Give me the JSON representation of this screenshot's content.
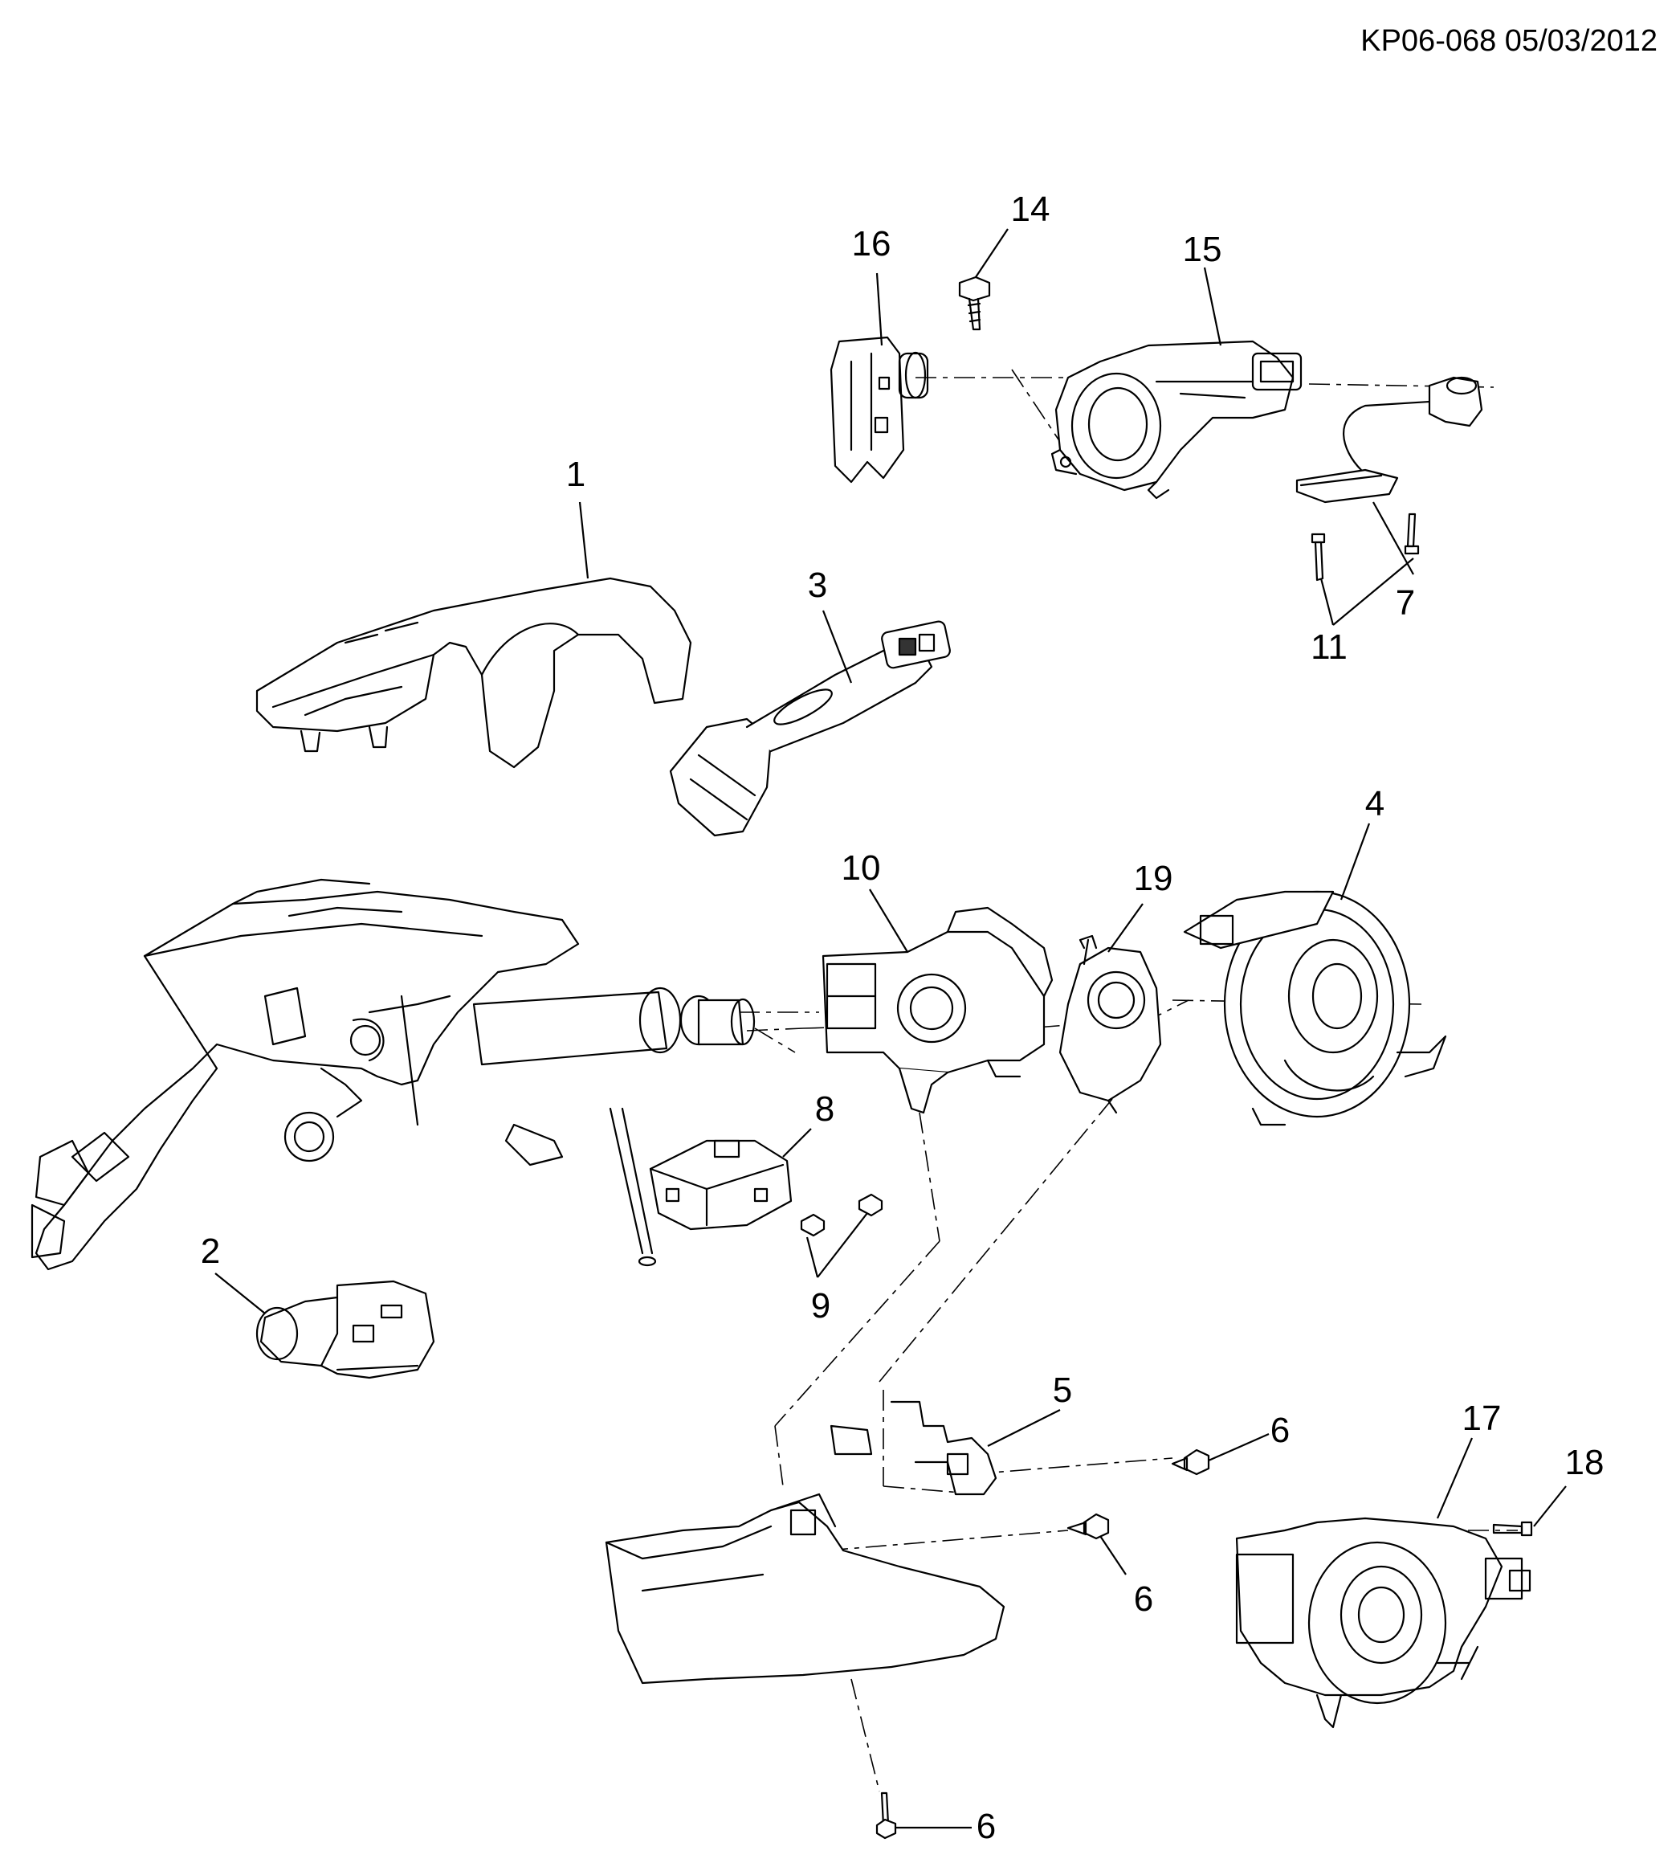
{
  "header": {
    "reference": "KP06-068 05/03/2012"
  },
  "callouts": [
    {
      "id": "c1",
      "text": "1"
    },
    {
      "id": "c2",
      "text": "2"
    },
    {
      "id": "c3",
      "text": "3"
    },
    {
      "id": "c4",
      "text": "4"
    },
    {
      "id": "c5",
      "text": "5"
    },
    {
      "id": "c6a",
      "text": "6"
    },
    {
      "id": "c6b",
      "text": "6"
    },
    {
      "id": "c6c",
      "text": "6"
    },
    {
      "id": "c7",
      "text": "7"
    },
    {
      "id": "c8",
      "text": "8"
    },
    {
      "id": "c9",
      "text": "9"
    },
    {
      "id": "c10",
      "text": "10"
    },
    {
      "id": "c11",
      "text": "11"
    },
    {
      "id": "c14",
      "text": "14"
    },
    {
      "id": "c15",
      "text": "15"
    },
    {
      "id": "c16",
      "text": "16"
    },
    {
      "id": "c17",
      "text": "17"
    },
    {
      "id": "c18",
      "text": "18"
    },
    {
      "id": "c19",
      "text": "19"
    }
  ]
}
